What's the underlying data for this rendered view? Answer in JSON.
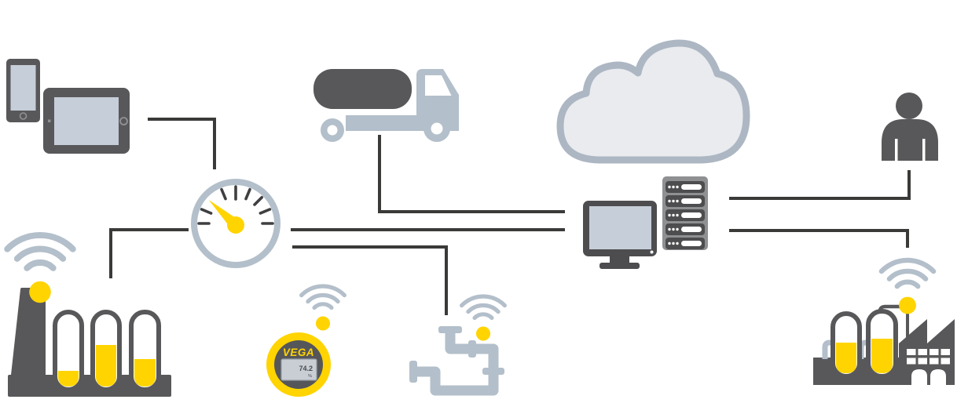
{
  "diagram": {
    "description": "Industrial IoT wireless connectivity scenario diagram",
    "colors": {
      "dark_gray": "#58585a",
      "darker_gray": "#4d4d4f",
      "line": "#3a3a39",
      "blue_gray": "#b3bfca",
      "screen_fill": "#c6ced9",
      "cloud_fill": "#e9ebef",
      "cloud_stroke": "#adb7c3",
      "server_body": "#8e9092",
      "brand_yellow": "#ffd400",
      "white": "#ffffff"
    },
    "nodes": [
      {
        "id": "mobile-devices",
        "icons": [
          "smartphone-icon",
          "tablet-icon"
        ]
      },
      {
        "id": "gauge",
        "icons": [
          "gauge-icon"
        ]
      },
      {
        "id": "tanker-truck",
        "icons": [
          "truck-icon"
        ]
      },
      {
        "id": "cloud",
        "icons": [
          "cloud-icon"
        ]
      },
      {
        "id": "control-station",
        "icons": [
          "monitor-icon",
          "server-icon"
        ]
      },
      {
        "id": "user",
        "icons": [
          "person-icon"
        ]
      },
      {
        "id": "factory-left",
        "icons": [
          "factory-tanks-icon",
          "wifi-icon",
          "signal-dot"
        ],
        "wireless": true
      },
      {
        "id": "vega-sensor",
        "icons": [
          "vega-device-icon",
          "wifi-icon",
          "signal-dot"
        ],
        "wireless": true
      },
      {
        "id": "pipeline",
        "icons": [
          "pipes-icon",
          "wifi-icon",
          "signal-dot"
        ],
        "wireless": true
      },
      {
        "id": "factory-right",
        "icons": [
          "factory-building-icon",
          "wifi-icon",
          "signal-dot"
        ],
        "wireless": true
      }
    ],
    "connections": [
      {
        "from": "mobile-devices",
        "to": "gauge"
      },
      {
        "from": "factory-left",
        "to": "gauge"
      },
      {
        "from": "tanker-truck",
        "to": "control-station"
      },
      {
        "from": "gauge",
        "to": "control-station"
      },
      {
        "from": "gauge",
        "to": "pipeline"
      },
      {
        "from": "control-station",
        "to": "user"
      },
      {
        "from": "control-station",
        "to": "factory-right"
      }
    ],
    "tank_levels": {
      "left_factory_pct": [
        24,
        57,
        39
      ],
      "right_factory_pct": [
        54,
        58
      ]
    }
  },
  "vega_device": {
    "brand": "VEGA",
    "value": "74.2",
    "unit": "%"
  }
}
